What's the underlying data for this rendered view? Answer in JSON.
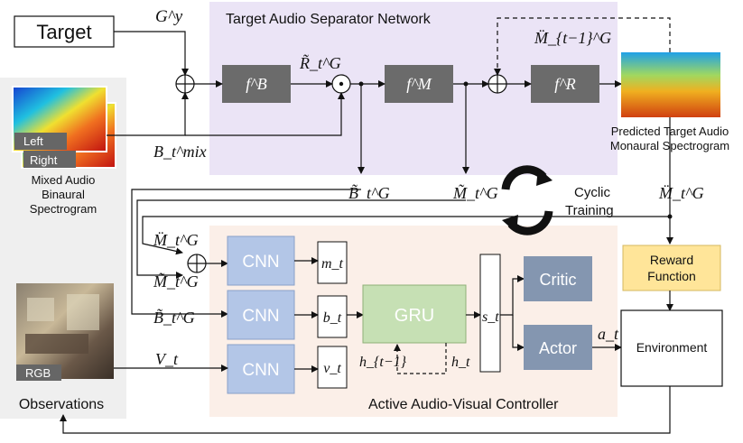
{
  "diagram": {
    "input_target": "Target",
    "target_embedding": "G^y",
    "separator_title": "Target Audio Separator Network",
    "blocks": {
      "fb": "f^B",
      "fm": "f^M",
      "fr": "f^R"
    },
    "signals": {
      "r_tilde": "R̃_t^G",
      "m_prev": "M̈_{t−1}^G",
      "b_mix": "B_t^mix",
      "b_tilde": "B̃_t^G",
      "m_tilde": "M̃_t^G",
      "m_ddot": "M̈_t^G",
      "v": "V_t",
      "m_small": "m_t",
      "b_small": "b_t",
      "v_small": "v_t",
      "s": "s_t",
      "h_prev": "h_{t−1}",
      "h": "h_t",
      "a": "a_t"
    },
    "spectrogram_left": "Left",
    "spectrogram_right": "Right",
    "mixed_caption": [
      "Mixed Audio",
      "Binaural",
      "Spectrogram"
    ],
    "predicted_caption": [
      "Predicted Target Audio",
      "Monaural Spectrogram"
    ],
    "cyclic": [
      "Cyclic",
      "Training"
    ],
    "cnn": "CNN",
    "gru": "GRU",
    "critic": "Critic",
    "actor": "Actor",
    "reward": [
      "Reward",
      "Function"
    ],
    "environment": "Environment",
    "rgb": "RGB",
    "observations": "Observations",
    "controller_title": "Active Audio-Visual Controller",
    "colors": {
      "separator_bg": "#ebe4f6",
      "controller_bg": "#fbefe8",
      "observation_bg": "#efefef",
      "block_gray": "#6b6b6b",
      "cnn_blue": "#b3c6e7",
      "gru_green": "#c6e0b4",
      "critic_actor": "#8496b0",
      "reward_yellow": "#ffe599"
    }
  }
}
